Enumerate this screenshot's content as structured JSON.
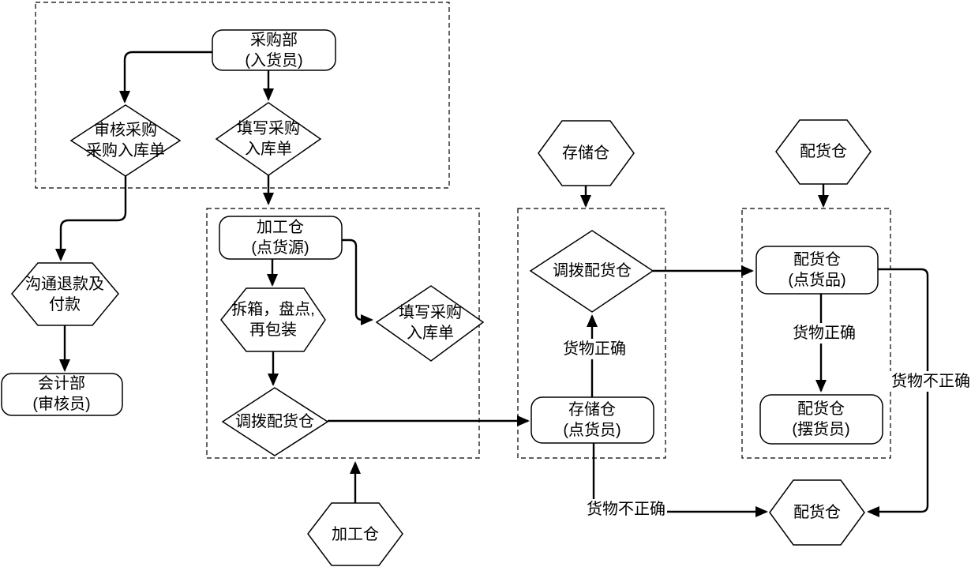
{
  "nodes": {
    "purchase_dept": {
      "line1": "采购部",
      "line2": "(入货员)"
    },
    "review_purchase_order": {
      "line1": "审核采购",
      "line2": "采购入库单"
    },
    "fill_purchase_order_top": {
      "line1": "填写采购",
      "line2": "入库单"
    },
    "communicate_refund": {
      "line1": "沟通退款及",
      "line2": "付款"
    },
    "accounting_dept": {
      "line1": "会计部",
      "line2": "(审核员)"
    },
    "processing_wh_source": {
      "line1": "加工仓",
      "line2": "(点货源)"
    },
    "unpack_count_repack": {
      "line1": "拆箱，盘点,",
      "line2": "再包装"
    },
    "fill_purchase_order_mid": {
      "line1": "填写采购",
      "line2": "入库单"
    },
    "transfer_to_dist_mid": {
      "line1": "调拨配货仓"
    },
    "processing_wh_hex": {
      "line1": "加工仓"
    },
    "storage_wh_hex": {
      "line1": "存储仓"
    },
    "transfer_to_dist_storage": {
      "line1": "调拨配货仓"
    },
    "storage_wh_checker": {
      "line1": "存储仓",
      "line2": "(点货员)"
    },
    "dist_wh_hex_top": {
      "line1": "配货仓"
    },
    "dist_wh_item_checker": {
      "line1": "配货仓",
      "line2": "(点货品)"
    },
    "dist_wh_shelver": {
      "line1": "配货仓",
      "line2": "(摆货员)"
    },
    "dist_wh_hex_bottom": {
      "line1": "配货仓"
    }
  },
  "edge_labels": {
    "goods_correct_storage": "货物正确",
    "goods_correct_dist": "货物正确",
    "goods_incorrect_storage": "货物不正确",
    "goods_incorrect_dist": "货物不正确"
  },
  "colors": {
    "stroke": "#000000",
    "background": "#ffffff"
  }
}
